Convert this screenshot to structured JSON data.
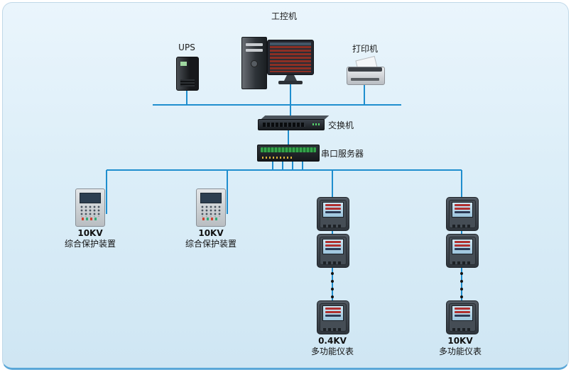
{
  "diagram": {
    "line_color": "#1f8ece",
    "background": "#d9ecf7",
    "labels": {
      "computer": "工控机",
      "ups": "UPS",
      "printer": "打印机",
      "switch": "交换机",
      "serial_server": "串口服务器"
    },
    "groups": {
      "protection1": {
        "voltage": "10KV",
        "name": "综合保护装置"
      },
      "protection2": {
        "voltage": "10KV",
        "name": "综合保护装置"
      },
      "meter_column1": {
        "voltage": "0.4KV",
        "name": "多功能仪表"
      },
      "meter_column2": {
        "voltage": "10KV",
        "name": "多功能仪表"
      }
    }
  }
}
